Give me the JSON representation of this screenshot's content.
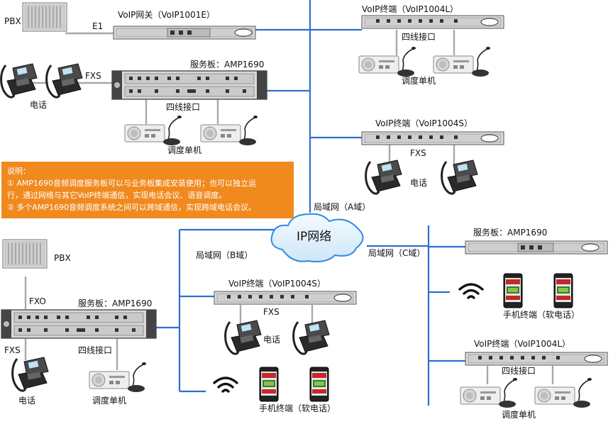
{
  "labels": {
    "pbx_top": "PBX",
    "e1": "E1",
    "gateway": "VoIP网关（VoIP1001E）",
    "phone_top_left": "电话",
    "fxs_top_left": "FXS",
    "server_top": "服务板：AMP1690",
    "four_wire_top": "四线接口",
    "dispatcher_top": "调度单机",
    "voip_1004l_top": "VoIP终端（VoIP1004L）",
    "four_wire_1004l_top": "四线接口",
    "dispatcher_1004l_top": "调度单机",
    "voip_1004s_top": "VoIP终端（VoIP1004S）",
    "fxs_1004s_top": "FXS",
    "phone_1004s_top": "电话",
    "lan_a": "局域网（A域）",
    "lan_b": "局域网（B域）",
    "lan_c": "局域网（C域）",
    "ip_network": "IP网络",
    "pbx_bottom": "PBX",
    "fxo": "FXO",
    "server_bottom": "服务板：AMP1690",
    "fxs_bottom": "FXS",
    "phone_bottom": "电话",
    "four_wire_bottom": "四线接口",
    "dispatcher_bottom": "调度单机",
    "voip_1004s_mid": "VoIP终端（VoIP1004S）",
    "fxs_mid": "FXS",
    "phone_mid": "电话",
    "mobile_mid": "手机终端（软电话）",
    "server_right": "服务板：AMP1690",
    "mobile_right": "手机终端（软电话）",
    "voip_1004l_right": "VoIP终端（VoIP1004L）",
    "four_wire_right": "四线接口",
    "dispatcher_right": "调度单机"
  },
  "note": {
    "title": "说明：",
    "line1": "① AMP1690音频调度服务板可以与业务板集成安装使用；也可以独立运",
    "line2": "行，通过网络与其它VoIP终端通信，实现电话会议、语音调度。",
    "line3": "② 多个AMP1690音频调度系统之间可以跨域通信，实现跨域电话会议。"
  },
  "colors": {
    "network_line": "#2e6fce",
    "device_line": "#a8a8a8",
    "note_bg": "#f0891e",
    "cloud": "#2d8be0"
  }
}
